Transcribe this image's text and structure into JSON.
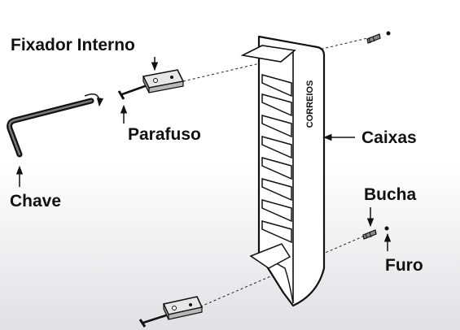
{
  "labels": {
    "fixador": "Fixador Interno",
    "parafuso": "Parafuso",
    "chave": "Chave",
    "caixas": "Caixas",
    "bucha": "Bucha",
    "furo": "Furo"
  },
  "cabinet": {
    "brand": "CORREIOS"
  }
}
